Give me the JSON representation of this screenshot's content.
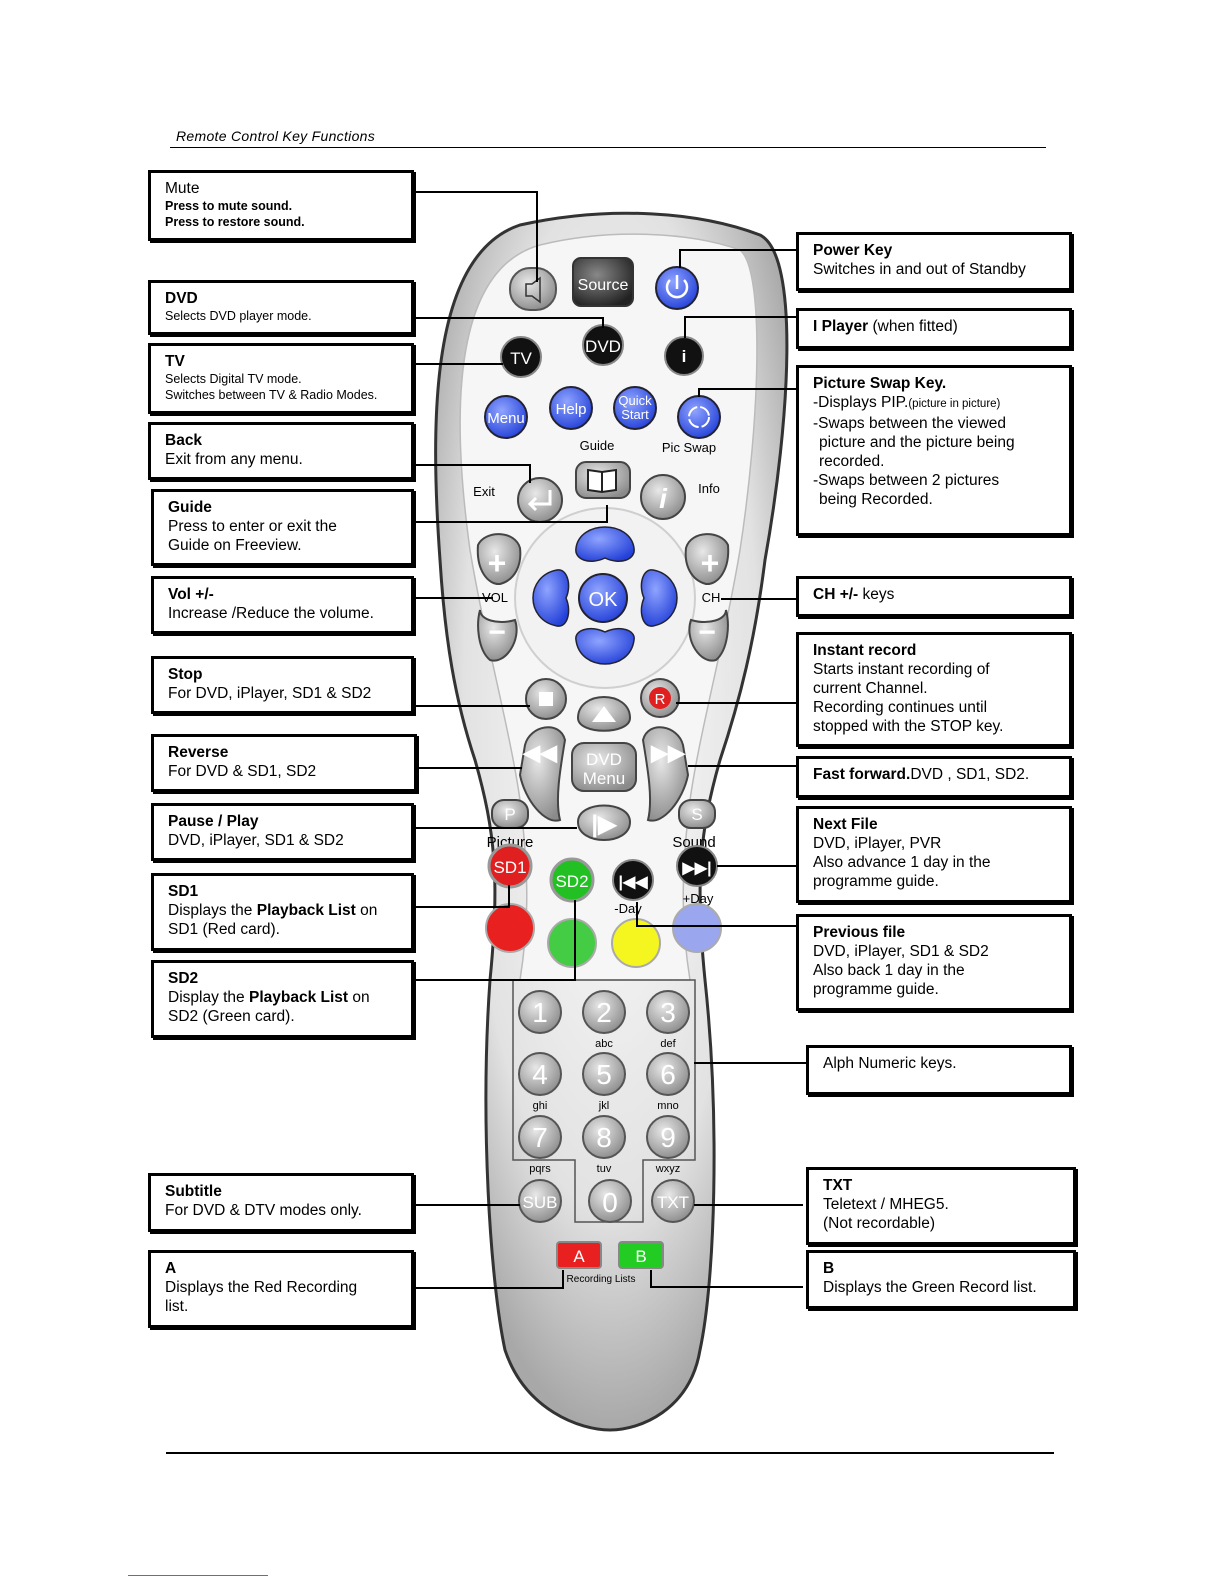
{
  "header": {
    "title": "Remote Control Key Functions"
  },
  "callouts": {
    "mute": {
      "title": "Mute",
      "line1": "Press to mute sound.",
      "line2": "Press to restore sound."
    },
    "dvd": {
      "title": "DVD",
      "line1": "Selects DVD player mode."
    },
    "tv": {
      "title": "TV",
      "line1": "Selects Digital TV mode.",
      "line2": "Switches between TV & Radio Modes."
    },
    "back": {
      "title": "Back",
      "line1": "Exit from any menu."
    },
    "guide": {
      "title": "Guide",
      "line1": "Press to enter or exit the",
      "line2": "Guide on Freeview."
    },
    "vol": {
      "title": "Vol +/-",
      "line1": "Increase /Reduce the volume."
    },
    "stop": {
      "title": "Stop",
      "line1": "For DVD, iPlayer, SD1 & SD2"
    },
    "reverse": {
      "title": "Reverse",
      "line1": "For DVD & SD1, SD2"
    },
    "pause": {
      "title": "Pause / Play",
      "line1": "DVD, iPlayer, SD1 & SD2"
    },
    "sd1": {
      "title": "SD1",
      "pre": "Displays the ",
      "bold": "Playback List",
      "post": " on",
      "line2": "SD1 (Red card)."
    },
    "sd2": {
      "title": "SD2",
      "pre": "Display the ",
      "bold": "Playback List",
      "post": " on",
      "line2": "SD2 (Green card)."
    },
    "subtitle": {
      "title": "Subtitle",
      "line1": "For DVD & DTV modes only."
    },
    "a": {
      "title": "A",
      "line1": "Displays the Red Recording",
      "line2": "list."
    },
    "power": {
      "title": "Power Key",
      "line1": "Switches in and out of Standby"
    },
    "iplayer": {
      "title": "I Player",
      "rest": " (when fitted)"
    },
    "picswap": {
      "title": "Picture Swap Key.",
      "l1a": "-Displays PIP.",
      "l1b": "(picture in picture)",
      "l2": "-Swaps between the viewed",
      "l3": "picture and the picture being",
      "l4": "recorded.",
      "l5": "-Swaps between 2 pictures",
      "l6": "being Recorded."
    },
    "ch": {
      "title": "CH +/-",
      "rest": " keys"
    },
    "record": {
      "title": "Instant record",
      "l1": "Starts instant recording of",
      "l2": "current Channel.",
      "l3": "Recording continues until",
      "l4": "stopped with the STOP key."
    },
    "ff": {
      "title": "Fast forward.",
      "rest": "DVD , SD1, SD2."
    },
    "next": {
      "title": "Next File",
      "l1": "DVD, iPlayer, PVR",
      "l2": "Also advance 1 day in the",
      "l3": "programme guide."
    },
    "prev": {
      "title": "Previous file",
      "l1": "DVD, iPlayer, SD1 & SD2",
      "l2": "Also back 1 day in the",
      "l3": "programme guide."
    },
    "alpha": {
      "line1": "Alph Numeric keys."
    },
    "txt": {
      "title": "TXT",
      "l1": "Teletext / MHEG5.",
      "l2": "(Not recordable)"
    },
    "b": {
      "title": "B",
      "line1": "Displays the Green Record list."
    }
  },
  "remote": {
    "source": "Source",
    "dvd": "DVD",
    "tv": "TV",
    "menu": "Menu",
    "help": "Help",
    "quick1": "Quick",
    "quick2": "Start",
    "guide": "Guide",
    "picswap": "Pic Swap",
    "exit": "Exit",
    "info": "Info",
    "ok": "OK",
    "vol": "VOL",
    "ch": "CH",
    "record": "R",
    "dvdmenu1": "DVD",
    "dvdmenu2": "Menu",
    "p": "P",
    "s": "S",
    "picture": "Picture",
    "sound": "Sound",
    "sd1": "SD1",
    "sd2": "SD2",
    "minusday": "-Day",
    "plusday": "+Day",
    "keys": [
      {
        "num": "1",
        "sub": ""
      },
      {
        "num": "2",
        "sub": "abc"
      },
      {
        "num": "3",
        "sub": "def"
      },
      {
        "num": "4",
        "sub": "ghi"
      },
      {
        "num": "5",
        "sub": "jkl"
      },
      {
        "num": "6",
        "sub": "mno"
      },
      {
        "num": "7",
        "sub": "pqrs"
      },
      {
        "num": "8",
        "sub": "tuv"
      },
      {
        "num": "9",
        "sub": "wxyz"
      }
    ],
    "sub": "SUB",
    "zero": "0",
    "txt": "TXT",
    "a": "A",
    "b": "B",
    "recording_lists": "Recording Lists"
  },
  "colors": {
    "blue": "#3b5fe0",
    "red": "#e02020",
    "green": "#22c022",
    "yellow": "#f5f520",
    "lightblue": "#9aa6ee"
  }
}
